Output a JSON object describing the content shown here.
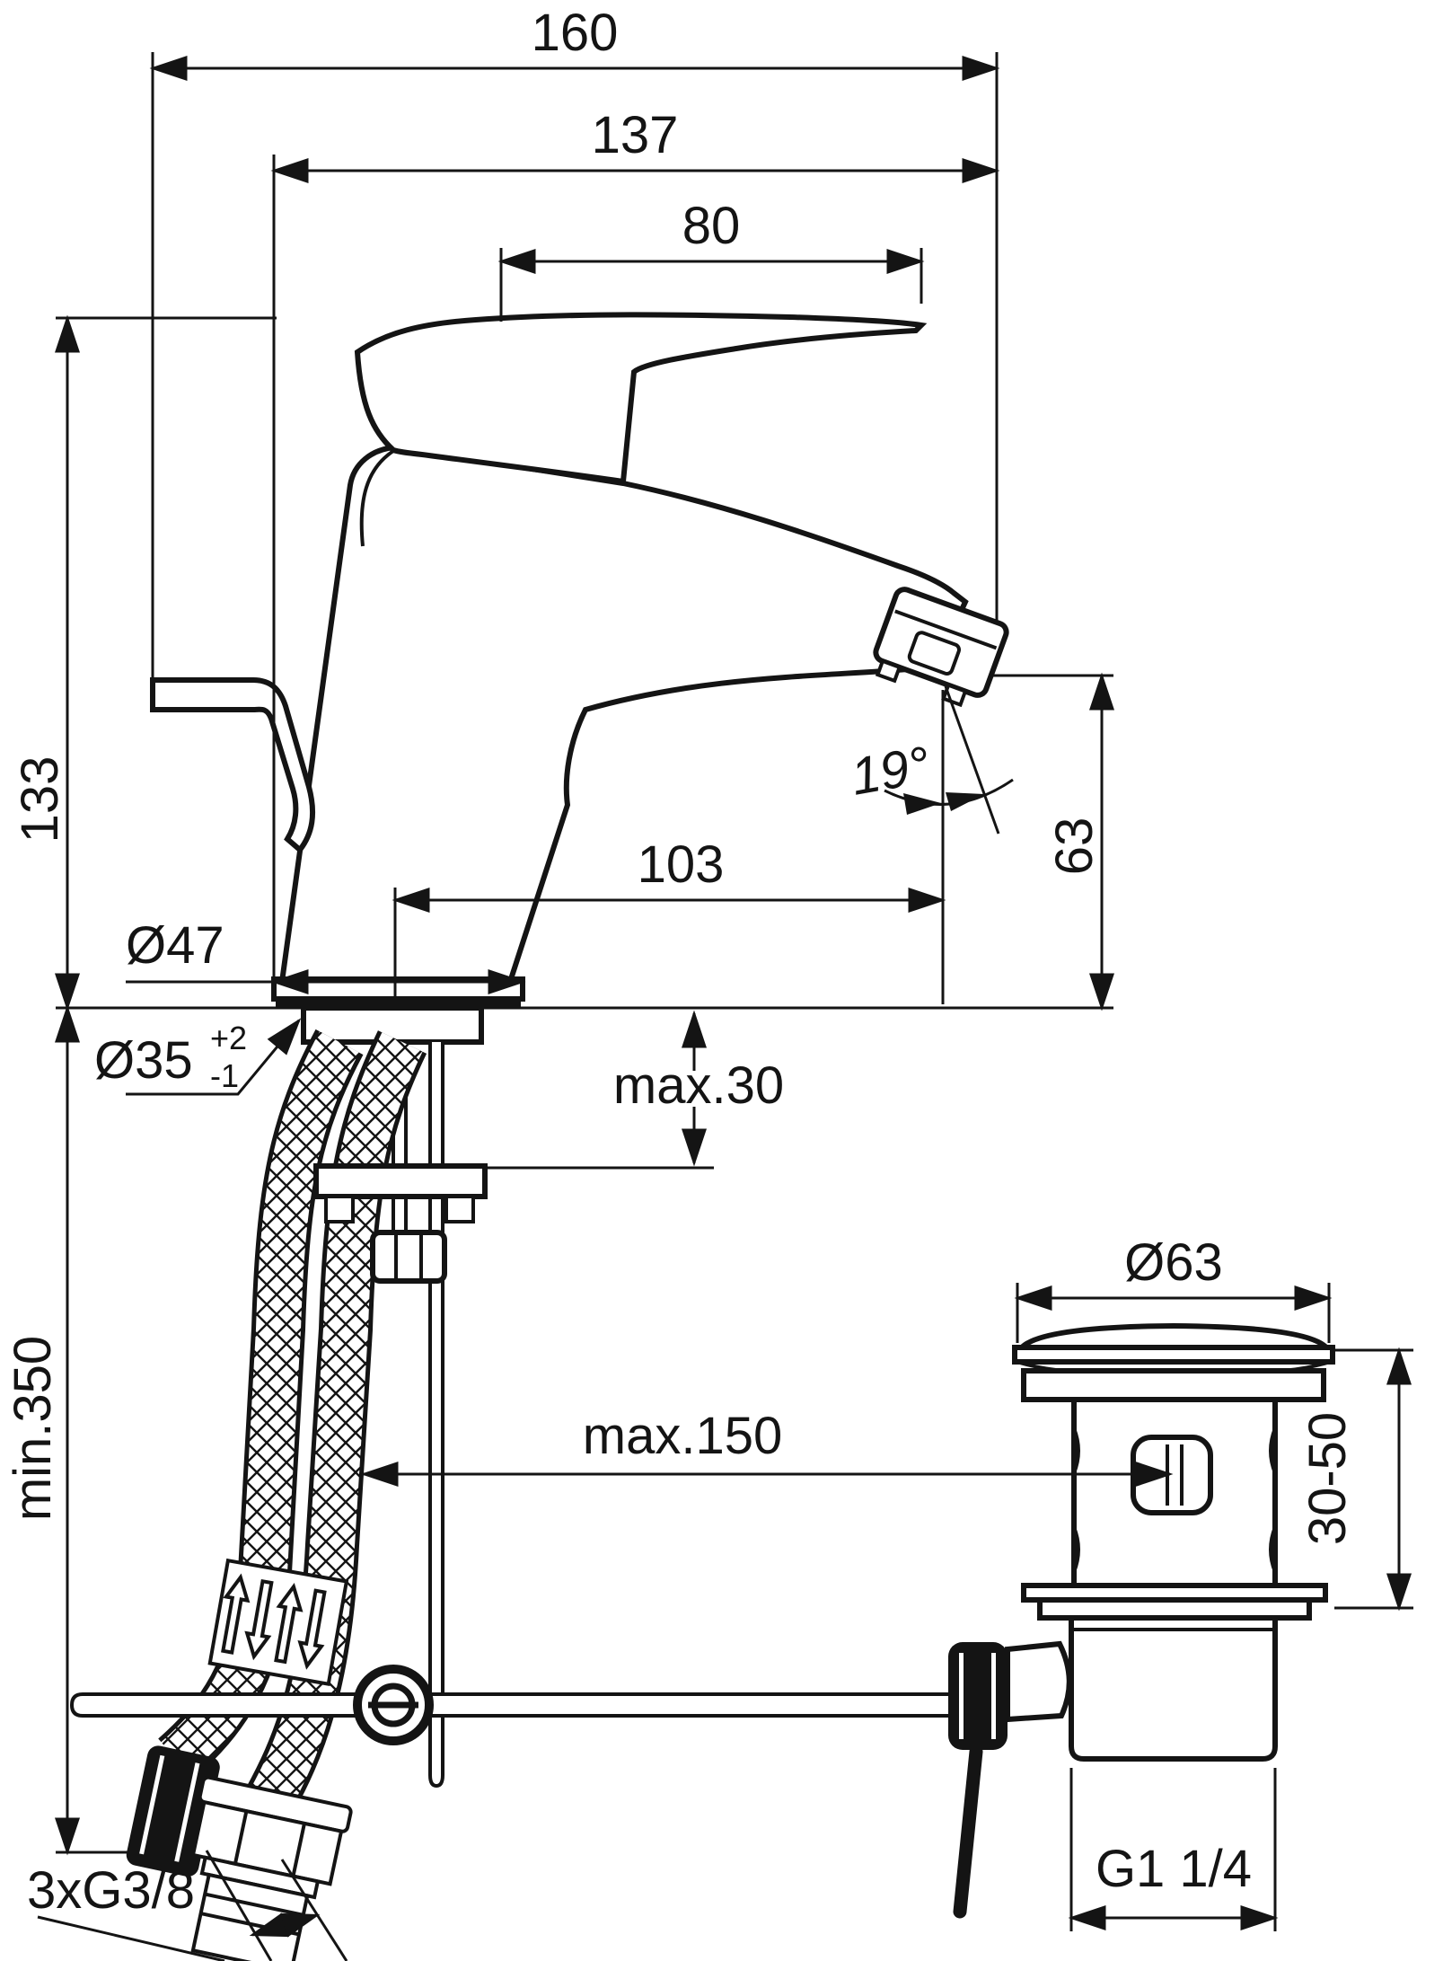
{
  "drawing": {
    "type": "technical-dimension-drawing",
    "subject": "single-lever basin mixer with braided supply hoses and pop-up waste",
    "units": "mm",
    "line_color": "#141414",
    "background": "#ffffff",
    "dims": {
      "overall_length": "160",
      "projection": "137",
      "handle_length": "80",
      "body_height": "133",
      "spout_reach": "103",
      "spout_height": "63",
      "stream_angle": "19°",
      "degree_mark": "°",
      "base_diameter": "Ø47",
      "hole_diameter": "Ø35",
      "hole_tol_plus": "+2",
      "hole_tol_minus": "-1",
      "deck_thickness": "max.30",
      "hose_length": "min.350",
      "rod_reach": "max.150",
      "waste_flange_diameter": "Ø63",
      "basin_clamp_range": "30-50",
      "waste_thread": "G1 1/4",
      "supply_thread": "3xG3/8"
    }
  }
}
